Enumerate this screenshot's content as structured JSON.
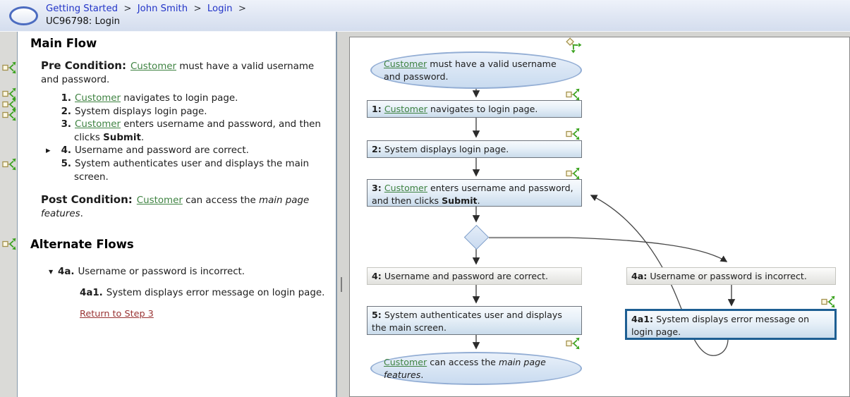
{
  "header": {
    "breadcrumb": [
      {
        "label": "Getting Started"
      },
      {
        "label": "John Smith"
      },
      {
        "label": "Login"
      }
    ],
    "separator": ">",
    "subtitle": "UC96798: Login"
  },
  "colors": {
    "entity_link_green": "#3f8342",
    "breadcrumb_blue": "#2335c8",
    "return_link_red": "#993333",
    "selected_node_border": "#1e5f93",
    "node_blue_fill": "#cadcec",
    "node_gray_fill": "#e1e1dd",
    "ellipse_border": "#92add4"
  },
  "icons": {
    "flow_branch": "flow-branch-icon",
    "flow_branch_diagonal": "flow-branch-diagonal-icon",
    "collapsed_marker": "▶",
    "expanded_marker": "▼"
  },
  "left_panel": {
    "main_flow_title": "Main Flow",
    "pre_condition_label": "Pre Condition:",
    "pre_condition": [
      [
        "glink",
        "Customer"
      ],
      [
        "text",
        " must have a valid username and password."
      ]
    ],
    "steps": [
      {
        "marker": "",
        "num": "1.",
        "segments": [
          [
            "glink",
            "Customer"
          ],
          [
            "text",
            " navigates to login page."
          ]
        ]
      },
      {
        "marker": "",
        "num": "2.",
        "segments": [
          [
            "text",
            "System displays login page."
          ]
        ]
      },
      {
        "marker": "",
        "num": "3.",
        "segments": [
          [
            "glink",
            "Customer"
          ],
          [
            "text",
            " enters username and password, and then clicks "
          ],
          [
            "bold",
            "Submit"
          ],
          [
            "text",
            "."
          ]
        ]
      },
      {
        "marker": "▶",
        "num": "4.",
        "segments": [
          [
            "text",
            "Username and password are correct."
          ]
        ]
      },
      {
        "marker": "",
        "num": "5.",
        "segments": [
          [
            "text",
            "System authenticates user and displays the main screen."
          ]
        ]
      }
    ],
    "post_condition_label": "Post Condition:",
    "post_condition": [
      [
        "glink",
        "Customer"
      ],
      [
        "text",
        " can access the "
      ],
      [
        "italic",
        "main page features"
      ],
      [
        "text",
        "."
      ]
    ],
    "alternate_flows_title": "Alternate Flows",
    "alt_flow": {
      "marker": "▼",
      "num": "4a.",
      "segments": [
        [
          "text",
          "Username or password is incorrect."
        ]
      ]
    },
    "alt_sub": {
      "num": "4a1.",
      "segments": [
        [
          "text",
          "System displays error message on login page."
        ]
      ]
    },
    "return_link": "Return to Step 3"
  },
  "diagram": {
    "nodes": [
      {
        "id": "pre",
        "type": "ellipse",
        "num": "",
        "segments": [
          [
            "glink",
            "Customer"
          ],
          [
            "text",
            "  must have a valid username and password."
          ]
        ]
      },
      {
        "id": "s1",
        "type": "box-blue",
        "num": "1:",
        "segments": [
          [
            "glink",
            "Customer"
          ],
          [
            "text",
            "  navigates to login page."
          ]
        ]
      },
      {
        "id": "s2",
        "type": "box-blue",
        "num": "2:",
        "segments": [
          [
            "text",
            "System displays login page."
          ]
        ]
      },
      {
        "id": "s3",
        "type": "box-blue",
        "num": "3:",
        "segments": [
          [
            "glink",
            "Customer"
          ],
          [
            "text",
            "  enters username and password, and then clicks "
          ],
          [
            "bold",
            "Submit"
          ],
          [
            "text",
            "."
          ]
        ]
      },
      {
        "id": "s4",
        "type": "box-gray",
        "num": "4:",
        "segments": [
          [
            "text",
            "Username and password are correct."
          ]
        ]
      },
      {
        "id": "s5",
        "type": "box-blue",
        "num": "5:",
        "segments": [
          [
            "text",
            "System authenticates user and displays the main screen."
          ]
        ]
      },
      {
        "id": "post",
        "type": "ellipse",
        "num": "",
        "segments": [
          [
            "glink",
            "Customer"
          ],
          [
            "text",
            "  can access the "
          ],
          [
            "italic",
            "main page features"
          ],
          [
            "text",
            "."
          ]
        ]
      },
      {
        "id": "s4a",
        "type": "box-gray",
        "num": "4a:",
        "segments": [
          [
            "text",
            "Username or password is incorrect."
          ]
        ]
      },
      {
        "id": "s4a1",
        "type": "box-blue selected",
        "num": "4a1:",
        "segments": [
          [
            "text",
            "System displays error message on login page."
          ]
        ]
      }
    ]
  }
}
